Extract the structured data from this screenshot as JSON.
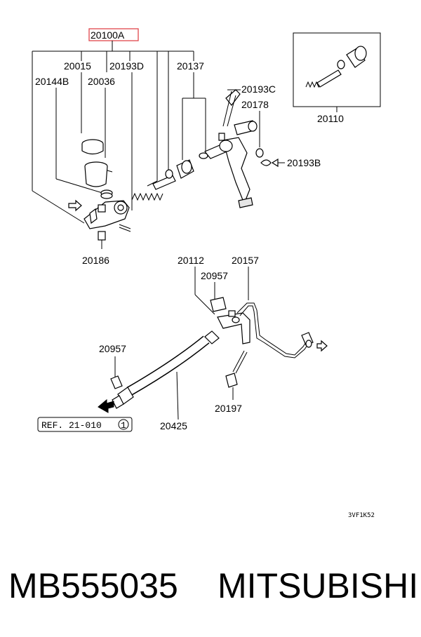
{
  "diagram": {
    "callouts": {
      "c20100A": "20100A",
      "c20015": "20015",
      "c20193D": "20193D",
      "c20137": "20137",
      "c20144B": "20144B",
      "c20036": "20036",
      "c20193C": "20193C",
      "c20178": "20178",
      "c20193B": "20193B",
      "c20110": "20110",
      "c20186": "20186",
      "c20112": "20112",
      "c20157": "20157",
      "c20957a": "20957",
      "c20957b": "20957",
      "c20197": "20197",
      "c20425": "20425"
    },
    "reference": "REF. 21-010",
    "reference_index": "1",
    "drawing_code": "3VF1K52"
  },
  "caption": {
    "part_number": "MB555035",
    "manufacturer": "MITSUBISHI"
  },
  "colors": {
    "highlight_box": "#e0464b"
  }
}
